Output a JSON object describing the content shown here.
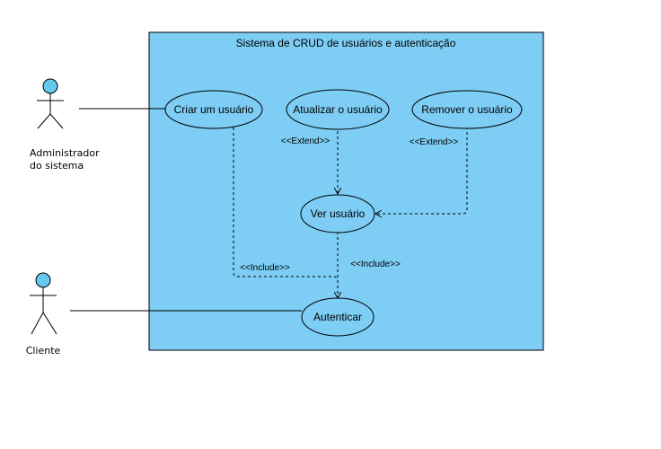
{
  "system": {
    "title": "Sistema de CRUD de usuários e autenticação",
    "fill": "#7dcdf4"
  },
  "actors": {
    "admin": {
      "line1": "Administrador",
      "line2": "do sistema"
    },
    "client": {
      "label": "Cliente"
    },
    "head_color": "#66c7ef"
  },
  "use_cases": {
    "criar": "Criar um usuário",
    "atualizar": "Atualizar o usuário",
    "remover": "Remover o usuário",
    "ver": "Ver usuário",
    "autenticar": "Autenticar"
  },
  "relations": {
    "extend_atualizar": "<<Extend>>",
    "extend_remover": "<<Extend>>",
    "include_criar": "<<Include>>",
    "include_ver": "<<Include>>"
  }
}
